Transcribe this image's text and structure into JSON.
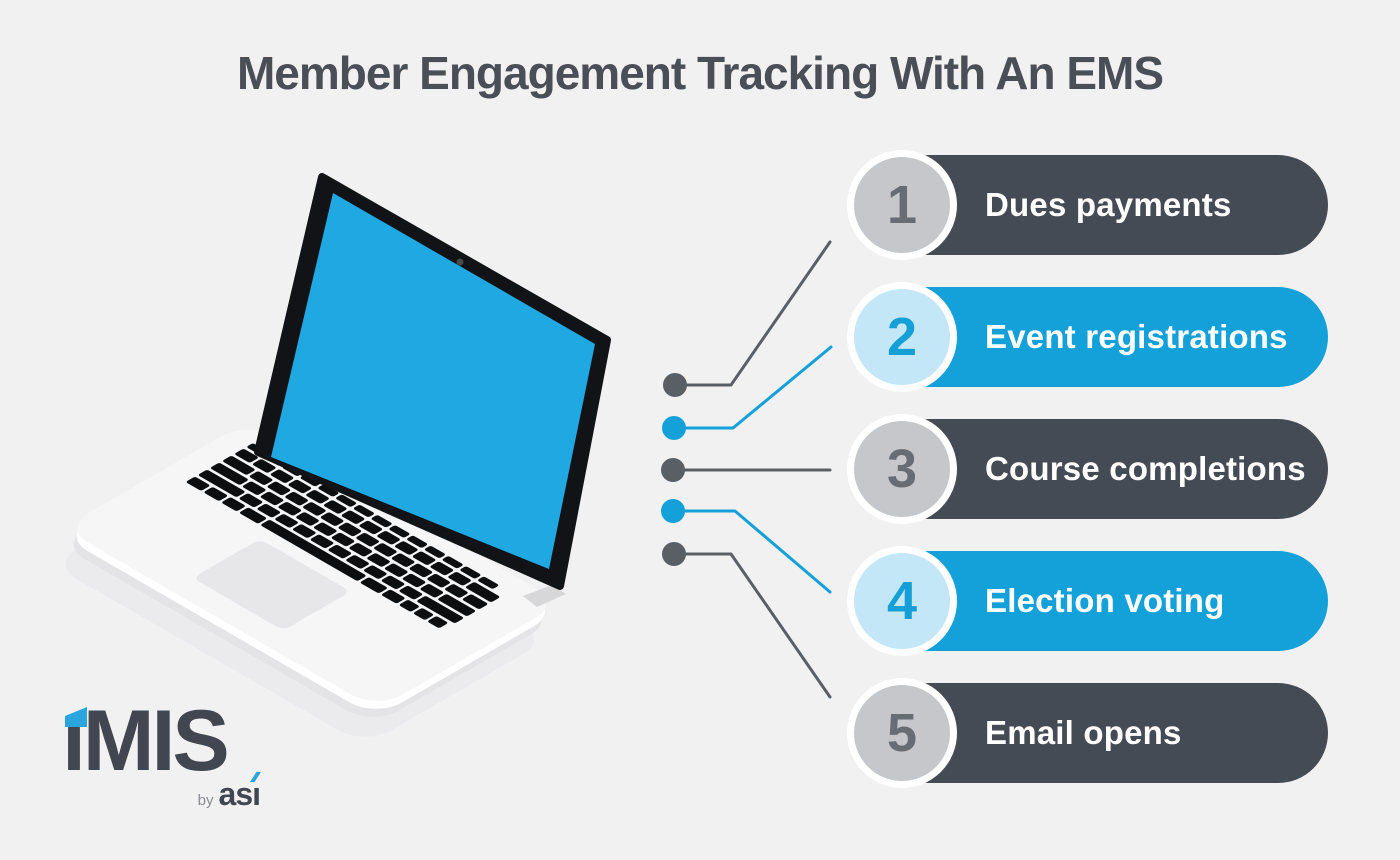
{
  "title": "Member Engagement Tracking With An EMS",
  "engagement_items": [
    {
      "number": "1",
      "label": "Dues payments",
      "variant": "dark"
    },
    {
      "number": "2",
      "label": "Event registrations",
      "variant": "blue"
    },
    {
      "number": "3",
      "label": "Course completions",
      "variant": "dark"
    },
    {
      "number": "4",
      "label": "Election voting",
      "variant": "blue"
    },
    {
      "number": "5",
      "label": "Email opens",
      "variant": "dark"
    }
  ],
  "logo": {
    "brand": "iMIS",
    "byline_prefix": "by",
    "byline_company": "asi"
  },
  "illustration": {
    "name": "laptop-illustration"
  },
  "colors": {
    "background": "#f2f1f2",
    "title_text": "#4a4e57",
    "pill_dark": "#454b54",
    "pill_blue": "#14a0d8",
    "circle_gray": "#c5c7cb",
    "circle_light_blue": "#c4e7f8",
    "connector_gray": "#5a5f66",
    "screen_blue": "#1fa8e1",
    "logo_dark": "#414650",
    "logo_blue": "#2aa5dd"
  }
}
